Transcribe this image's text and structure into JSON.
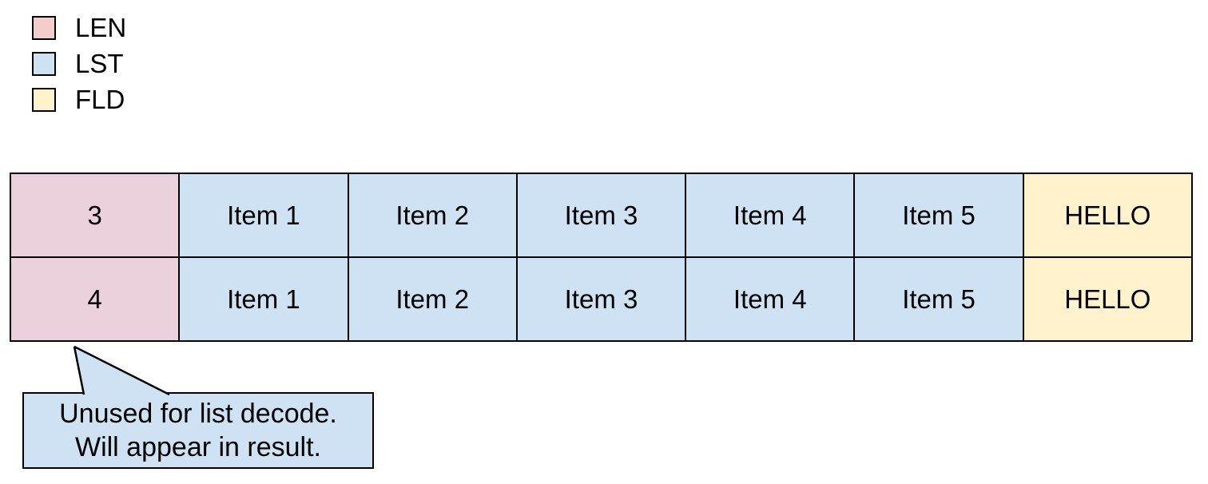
{
  "legend": {
    "items": [
      {
        "label": "LEN",
        "color": "#f4cccc"
      },
      {
        "label": "LST",
        "color": "#cfe2f3"
      },
      {
        "label": "FLD",
        "color": "#fff2cc"
      }
    ]
  },
  "table": {
    "rows": [
      {
        "len": "3",
        "items": [
          "Item 1",
          "Item 2",
          "Item 3",
          "Item 4",
          "Item 5"
        ],
        "field": "HELLO"
      },
      {
        "len": "4",
        "items": [
          "Item 1",
          "Item 2",
          "Item 3",
          "Item 4",
          "Item 5"
        ],
        "field": "HELLO"
      }
    ]
  },
  "callout": {
    "lines": [
      "Unused for list decode.",
      "Will appear in result."
    ]
  },
  "colors": {
    "len_cell": "#ead1dc",
    "lst_cell": "#cfe2f3",
    "fld_cell": "#fff2cc",
    "callout_fill": "#cfe2f3",
    "border": "#000000"
  }
}
